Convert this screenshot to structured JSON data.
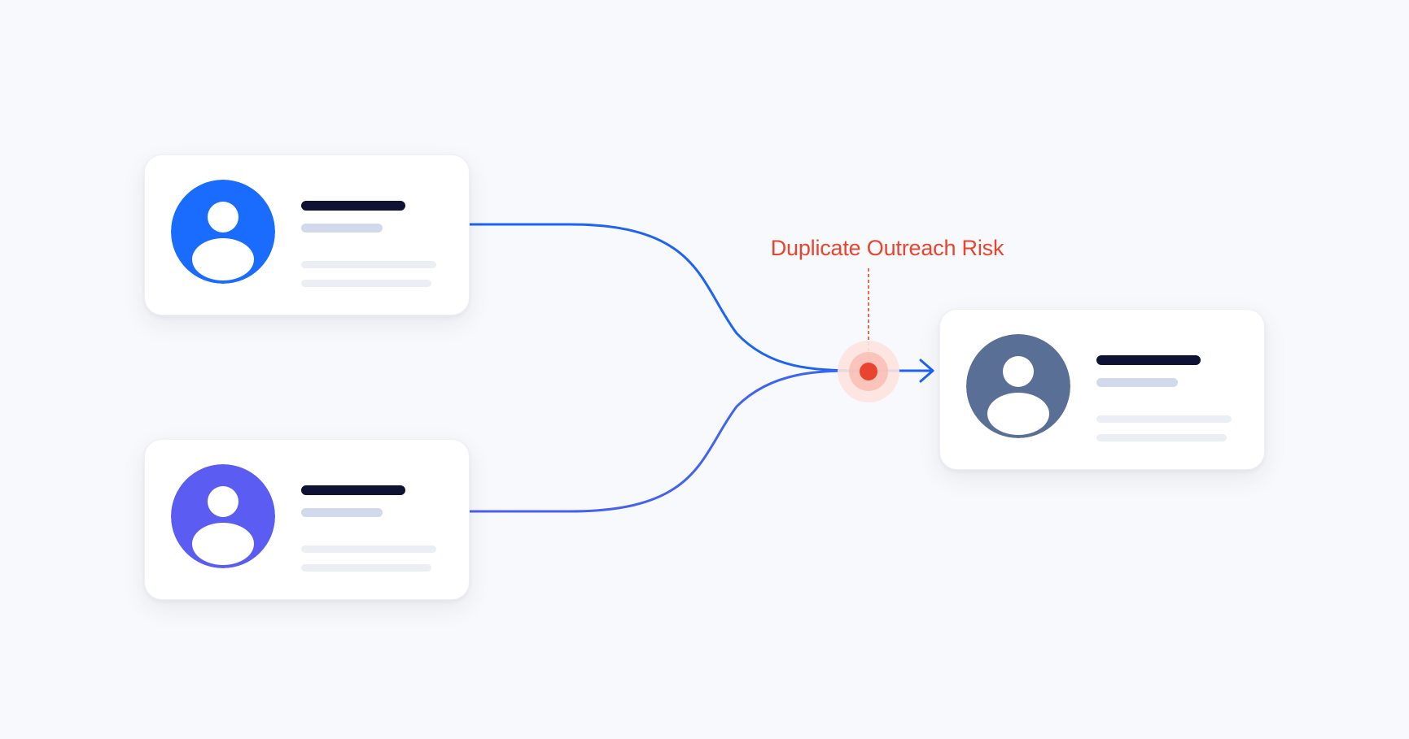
{
  "annotation": {
    "label": "Duplicate Outreach Risk"
  },
  "nodes": [
    {
      "id": "source-1",
      "avatar_color": "#1a6cff",
      "icon": "user-icon"
    },
    {
      "id": "source-2",
      "avatar_color": "#5b5cf2",
      "icon": "user-icon"
    },
    {
      "id": "target",
      "avatar_color": "#5a6f96",
      "icon": "user-icon"
    }
  ],
  "colors": {
    "background": "#f8f9fc",
    "card": "#ffffff",
    "name_bar": "#0f1233",
    "sub_bar": "#d3d9ec",
    "text_lines": "#eceef5",
    "connector_top": "#1d64f5",
    "connector_bottom": "#4d5ef0",
    "risk": "#e9442f",
    "risk_glow": "#f9cfc9"
  }
}
